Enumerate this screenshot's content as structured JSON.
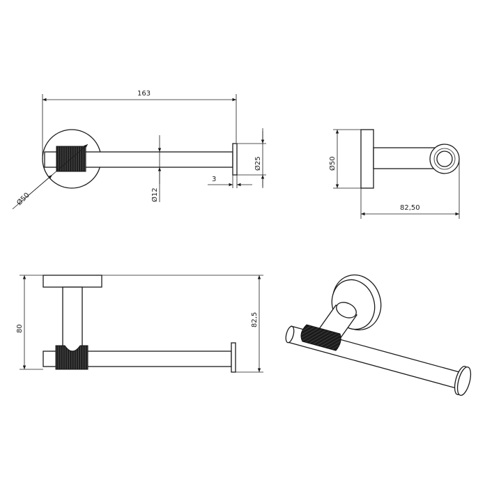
{
  "drawing": {
    "front_view": {
      "length_label": "163",
      "base_diameter_label": "Ø50",
      "bar_diameter_label": "Ø12",
      "cap_diameter_label": "Ø25",
      "cap_thickness_label": "3"
    },
    "side_view": {
      "base_diameter_label": "Ø50",
      "depth_label": "82,50"
    },
    "top_view": {
      "height_label": "80",
      "depth_label": "82,5"
    }
  },
  "colors": {
    "line": "#1a1a1a",
    "knurl": "#1e1e1e",
    "background": "#ffffff"
  }
}
